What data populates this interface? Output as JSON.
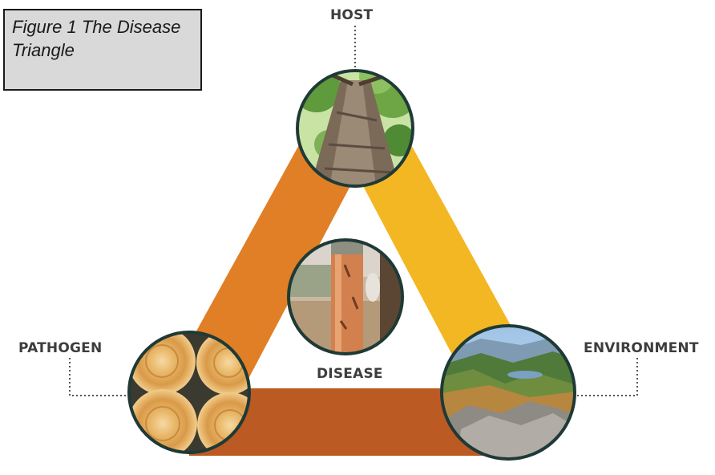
{
  "caption": "Figure 1 The Disease Triangle",
  "labels": {
    "host": "HOST",
    "pathogen": "PATHOGEN",
    "environment": "ENVIRONMENT",
    "disease": "DISEASE"
  },
  "colors": {
    "edge_host_pathogen": "#e07f26",
    "edge_host_environment": "#f3b723",
    "edge_pathogen_environment": "#bb5a22",
    "circle_border": "#1f3a36",
    "caption_background": "#d9d9d9"
  }
}
